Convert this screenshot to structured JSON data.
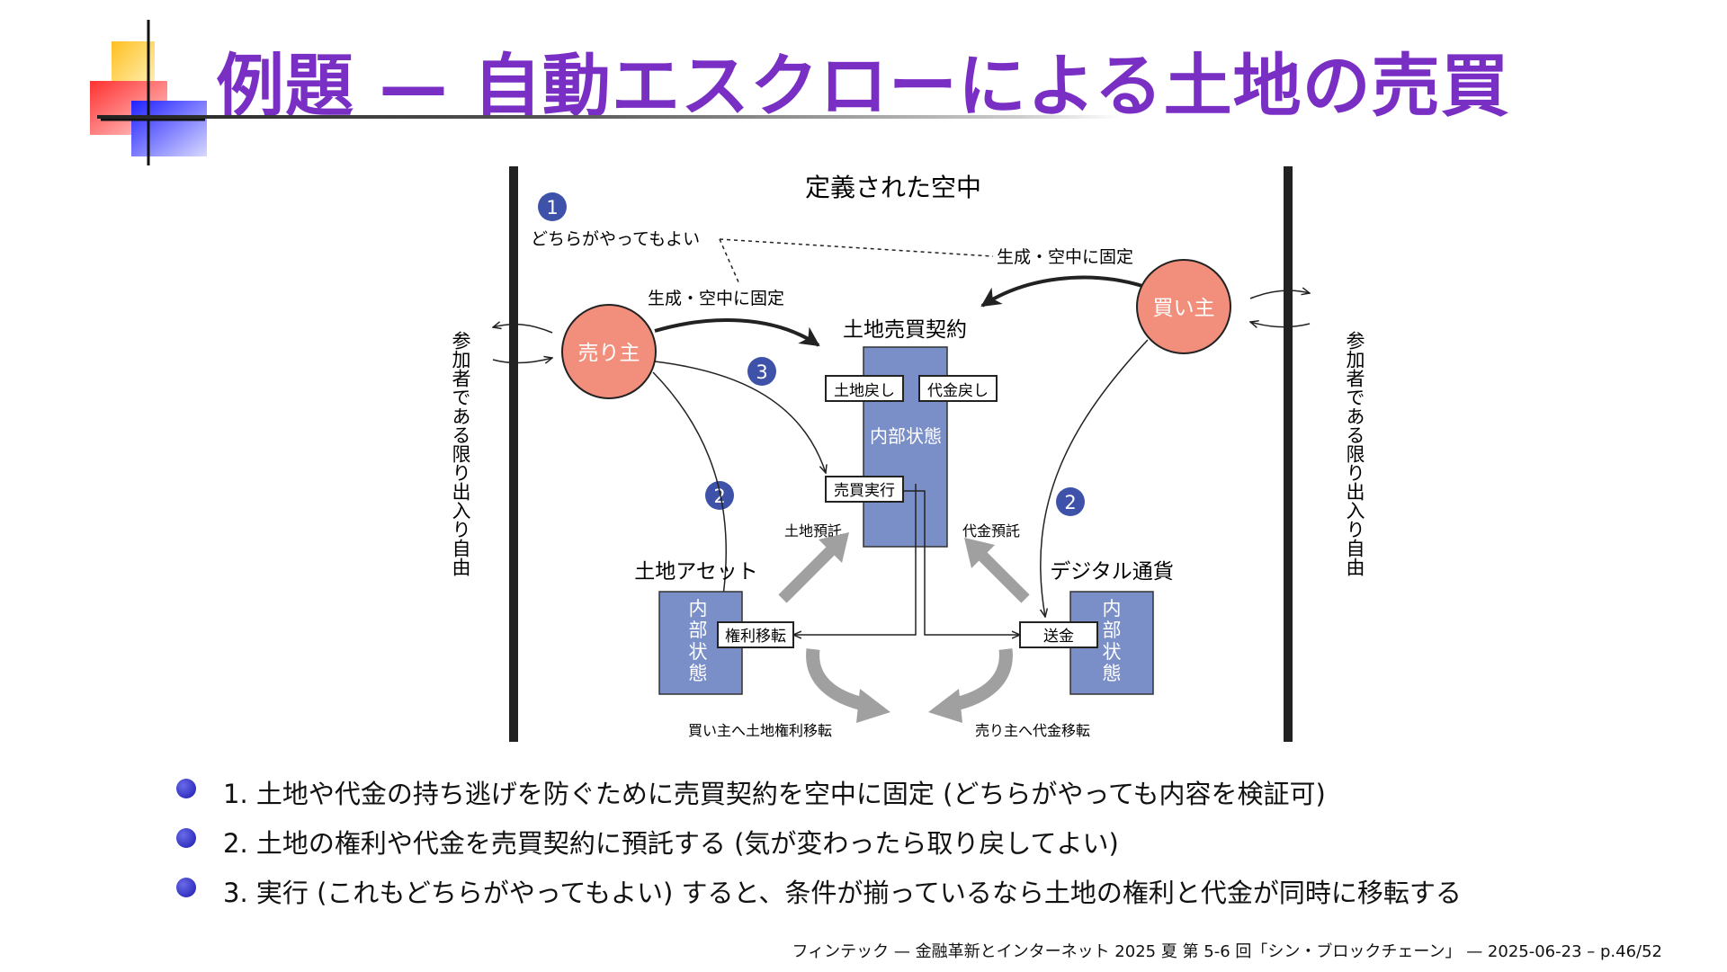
{
  "slide": {
    "title": "例題 — 自動エスクローによる土地の売買"
  },
  "diagram": {
    "airspace_label": "定義された空中",
    "free_entry_label": "参加者である限り出入り自由",
    "seller": "売り主",
    "buyer": "買い主",
    "contract_title": "土地売買契約",
    "contract_state": "内部状態",
    "land_return": "土地戻し",
    "money_return": "代金戻し",
    "execute": "売買実行",
    "either_party": "どちらがやってもよい",
    "generate_fix_left": "生成・空中に固定",
    "generate_fix_right": "生成・空中に固定",
    "land_deposit": "土地預託",
    "money_deposit": "代金預託",
    "land_asset": "土地アセット",
    "digital_currency": "デジタル通貨",
    "internal_state_chars": [
      "内",
      "部",
      "状",
      "態"
    ],
    "rights_transfer": "権利移転",
    "remit": "送金",
    "to_buyer": "買い主へ土地権利移転",
    "to_seller": "売り主へ代金移転",
    "step1": "1",
    "step2": "2",
    "step3": "3"
  },
  "bullets": [
    "1. 土地や代金の持ち逃げを防ぐために売買契約を空中に固定 (どちらがやっても内容を検証可)",
    "2. 土地の権利や代金を売買契約に預託する (気が変わったら取り戻してよい)",
    "3. 実行 (これもどちらがやってもよい) すると、条件が揃っているなら土地の権利と代金が同時に移転する"
  ],
  "footer": "フィンテック — 金融革新とインターネット 2025 夏 第 5-6 回「シン・ブロックチェーン」 — 2025-06-23 – p.46/52",
  "colors": {
    "title": "#7a2fc4",
    "party_fill": "#f28f7c",
    "box_fill": "#7a8fc8",
    "step_badge": "#3d52a8",
    "gray_arrow": "#a0a0a0"
  }
}
